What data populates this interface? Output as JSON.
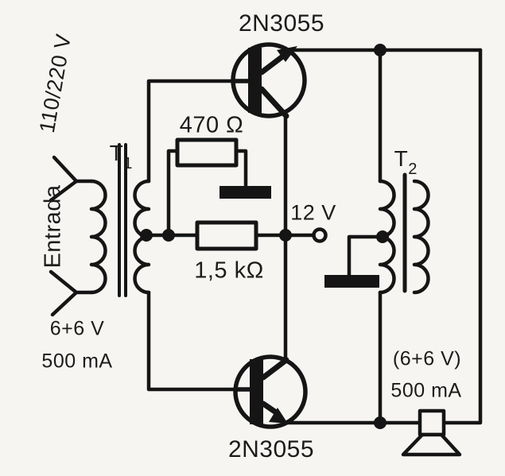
{
  "diagram": {
    "title_hint": "push-pull transistor circuit with two transformers and speaker",
    "transistors": {
      "q1": "2N3055",
      "q2": "2N3055"
    },
    "resistors": {
      "r1": "470 Ω",
      "r2": "1,5 kΩ"
    },
    "supply": {
      "label": "12 V"
    },
    "transformers": {
      "t1": {
        "base": "T",
        "sub": "1",
        "primary_voltage": "110/220 V",
        "primary_label": "Entrada",
        "secondary_voltage": "6+6 V",
        "secondary_current": "500 mA"
      },
      "t2": {
        "base": "T",
        "sub": "2",
        "winding_voltage": "(6+6 V)",
        "winding_current": "500 mA"
      }
    },
    "colors": {
      "ink": "#151515",
      "paper": "#f6f5f2"
    }
  }
}
